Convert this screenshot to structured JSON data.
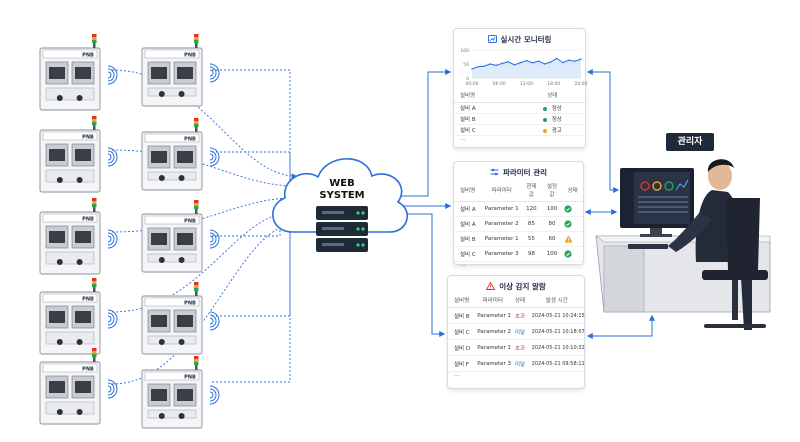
{
  "cloud": {
    "line1": "WEB",
    "line2": "SYSTEM"
  },
  "admin": {
    "label": "관리자"
  },
  "monitor": {
    "title": "실시간 모니터링",
    "y_ticks": [
      "100",
      "50",
      "0"
    ],
    "x_ticks": [
      "00:00",
      "06:00",
      "12:00",
      "18:00",
      "24:00"
    ],
    "trend": [
      32,
      40,
      42,
      50,
      45,
      52,
      58,
      47,
      55,
      62,
      54,
      60,
      50,
      57,
      70,
      55,
      64,
      60,
      68
    ],
    "columns": [
      "설비명",
      "상태"
    ],
    "rows": [
      {
        "name": "설비 A",
        "status": "정상",
        "level": "ok"
      },
      {
        "name": "설비 B",
        "status": "정상",
        "level": "ok"
      },
      {
        "name": "설비 C",
        "status": "경고",
        "level": "warn"
      }
    ],
    "more": "..."
  },
  "param": {
    "title": "파라미터 관리",
    "columns": [
      "설비명",
      "파라미터",
      "현재 값",
      "설정 값",
      "상태"
    ],
    "rows": [
      {
        "name": "설비 A",
        "param": "Parameter 1",
        "current": "120",
        "set": "100",
        "status": "ok"
      },
      {
        "name": "설비 A",
        "param": "Parameter 2",
        "current": "85",
        "set": "80",
        "status": "ok"
      },
      {
        "name": "설비 B",
        "param": "Parameter 1",
        "current": "55",
        "set": "60",
        "status": "warn"
      },
      {
        "name": "설비 C",
        "param": "Parameter 3",
        "current": "98",
        "set": "100",
        "status": "ok"
      }
    ],
    "more": "..."
  },
  "alarm": {
    "title": "이상 감지 알람",
    "columns": [
      "설비명",
      "파라미터",
      "상태",
      "발생 시간"
    ],
    "rows": [
      {
        "name": "설비 B",
        "param": "Parameter 1",
        "state": "초과",
        "kind": "bad",
        "time": "2024-05-21 10:24:15"
      },
      {
        "name": "설비 C",
        "param": "Parameter 2",
        "state": "미달",
        "kind": "low",
        "time": "2024-05-21 10:18:07"
      },
      {
        "name": "설비 D",
        "param": "Parameter 1",
        "state": "초과",
        "kind": "bad",
        "time": "2024-05-21 10:10:32"
      },
      {
        "name": "설비 F",
        "param": "Parameter 3",
        "state": "미달",
        "kind": "low",
        "time": "2024-05-21 09:58:11"
      }
    ],
    "more": "..."
  },
  "machine_logo": "PNB",
  "colors": {
    "accent": "#2a6fdb",
    "ok": "#23a455",
    "warn": "#f0a419",
    "alert": "#e0322b",
    "connector": "#2a6fdb"
  }
}
